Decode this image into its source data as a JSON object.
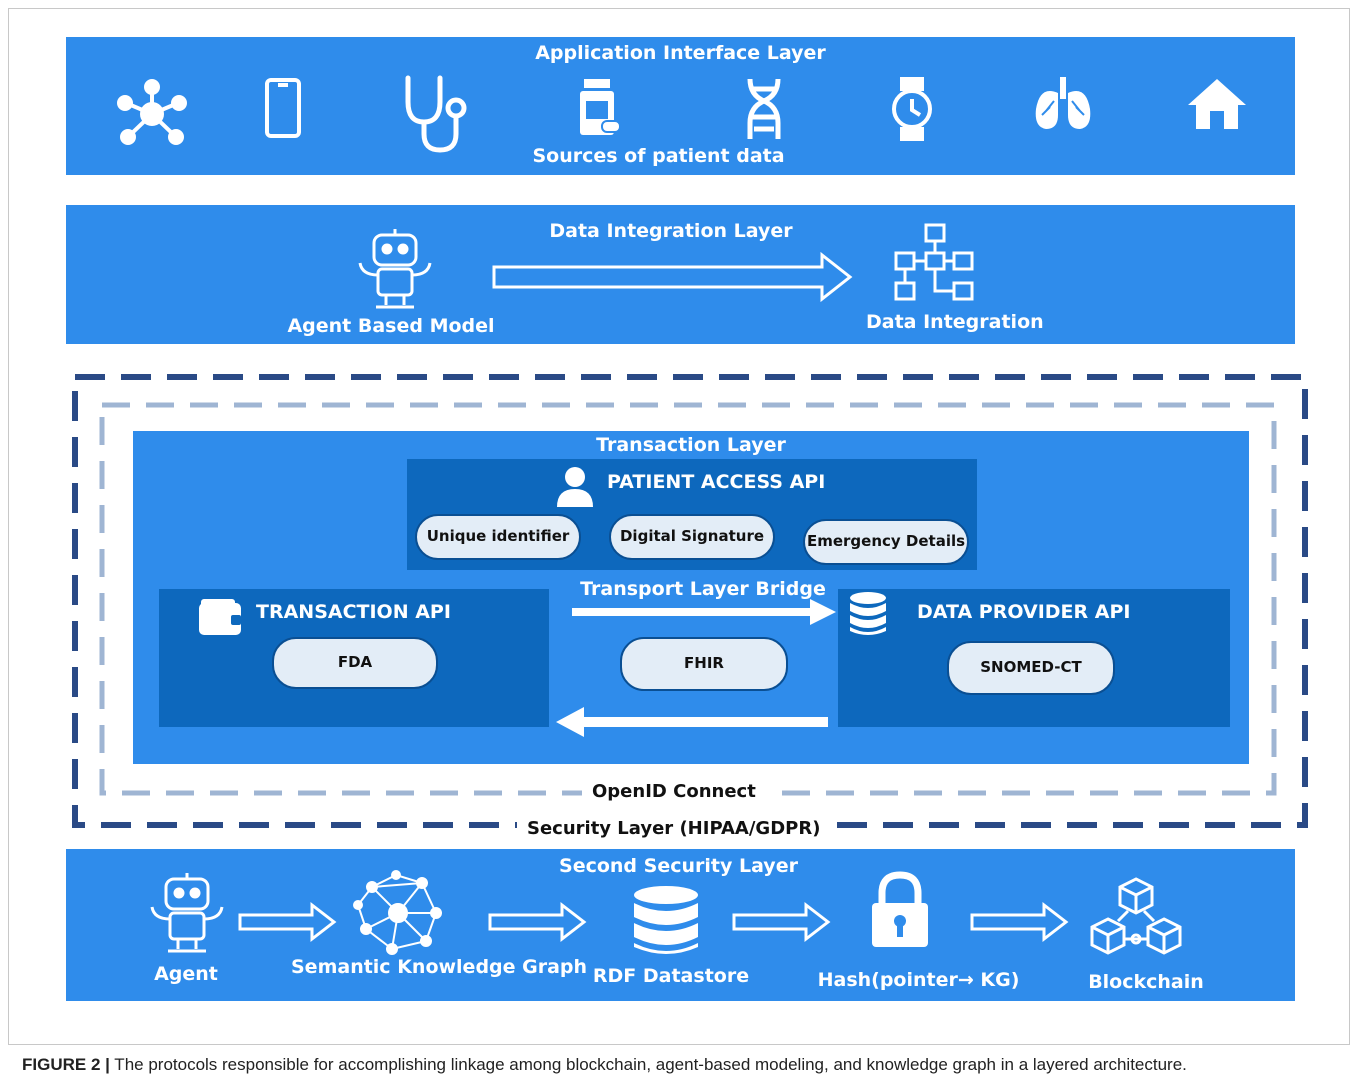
{
  "app_layer": {
    "title": "Application Interface Layer",
    "subtitle": "Sources of patient data",
    "icons": [
      "network-icon",
      "smartphone-icon",
      "stethoscope-icon",
      "medicine-bottle-icon",
      "dna-icon",
      "smartwatch-icon",
      "lungs-icon",
      "home-icon"
    ]
  },
  "integration_layer": {
    "title": "Data Integration Layer",
    "left_label": "Agent Based Model",
    "right_label": "Data Integration"
  },
  "transaction_layer": {
    "title": "Transaction Layer",
    "patient_api": {
      "title": "PATIENT ACCESS API",
      "pills": [
        "Unique identifier",
        "Digital Signature",
        "Emergency Details"
      ]
    },
    "transaction_api": {
      "title": "TRANSACTION API",
      "pill": "FDA"
    },
    "bridge": {
      "title": "Transport Layer Bridge",
      "pill": "FHIR"
    },
    "provider_api": {
      "title": "DATA PROVIDER API",
      "pill": "SNOMED-CT"
    }
  },
  "security": {
    "inner_label": "OpenID Connect",
    "outer_label": "Security Layer (HIPAA/GDPR)"
  },
  "second_security": {
    "title": "Second Security Layer",
    "steps": [
      "Agent",
      "Semantic Knowledge Graph",
      "RDF Datastore",
      "Hash(pointer→ KG)",
      "Blockchain"
    ]
  },
  "caption": {
    "label": "FIGURE 2 |",
    "text": " The protocols responsible for accomplishing linkage among blockchain, agent-based modeling, and knowledge graph in a layered architecture."
  },
  "colors": {
    "band": "#2f8ceb",
    "dark_box": "#0d68bd",
    "outer_dash": "#2a4a86",
    "inner_dash": "#9fb5d3"
  }
}
